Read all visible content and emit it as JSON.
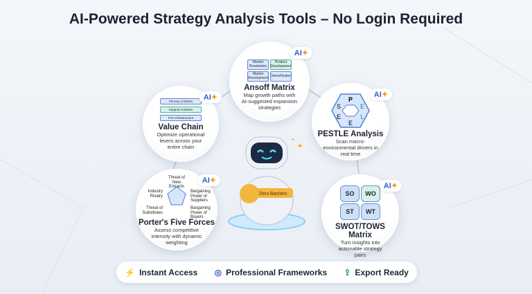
{
  "title": "AI-Powered Strategy Analysis Tools – No Login Required",
  "ai_badge": "AI",
  "cards": {
    "ansoff": {
      "title": "Ansoff Matrix",
      "desc": "Map growth paths with AI-suggested expansion strategies",
      "cells": [
        "Market Penetration",
        "Product Development",
        "Market Development",
        "Diversification"
      ]
    },
    "value_chain": {
      "title": "Value Chain",
      "desc": "Optimize operational levers across your entire chain",
      "rows": [
        "Primary Activities",
        "Support Activities",
        "Firm Infrastructure"
      ]
    },
    "pestle": {
      "title": "PESTLE Analysis",
      "desc": "Scan macro-environmental drivers in real time",
      "letters": [
        "P",
        "E",
        "L",
        "E",
        "E",
        "S"
      ]
    },
    "porter": {
      "title": "Porter's Five Forces",
      "desc": "Assess competitive intensity with dynamic weighting",
      "forces": [
        "Threat of New Entrants",
        "Bargaining Power of Suppliers",
        "Bargaining Power of Buyers",
        "Threat of Substitutes",
        "Industry Rivalry"
      ]
    },
    "swot": {
      "title": "SWOT/TOWS Matrix",
      "desc": "Turn insights into actionable strategy pairs",
      "cells": [
        "SO",
        "WO",
        "ST",
        "WT"
      ]
    }
  },
  "robot": {
    "key_label": "Zero Barriers"
  },
  "features": [
    {
      "label": "Instant Access",
      "icon": "lightning-icon"
    },
    {
      "label": "Professional Frameworks",
      "icon": "target-icon"
    },
    {
      "label": "Export Ready",
      "icon": "export-icon"
    }
  ],
  "colors": {
    "accent": "#2f5fd0",
    "spark": "#f59a1b",
    "key": "#f2b63c"
  }
}
